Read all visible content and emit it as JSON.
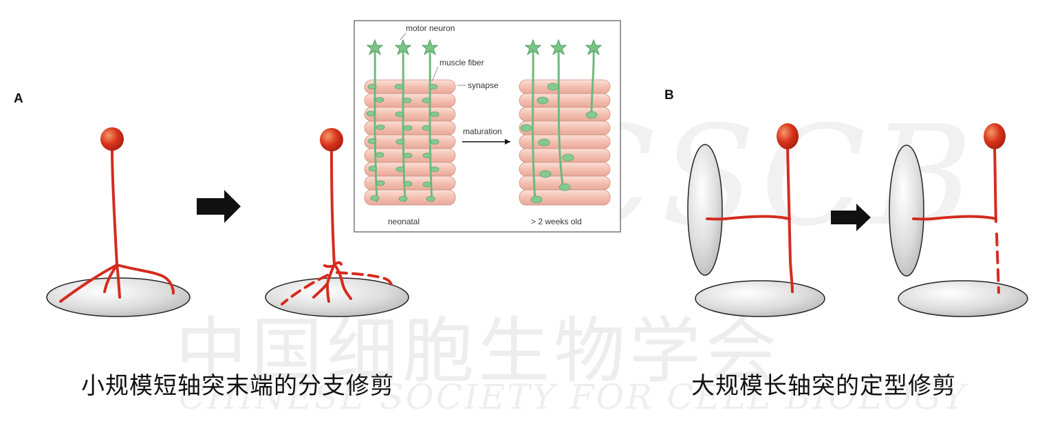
{
  "panel_a": {
    "label": "A",
    "caption": "小规模短轴突末端的分支修剪"
  },
  "panel_b": {
    "label": "B",
    "caption": "大规模长轴突的定型修剪"
  },
  "inset": {
    "motor_neuron_label": "motor neuron",
    "muscle_fiber_label": "muscle fiber",
    "synapse_label": "synapse",
    "maturation_label": "maturation",
    "left_caption": "neonatal",
    "right_caption": "> 2 weeks old"
  },
  "watermark": {
    "chinese": "中国细胞生物学会",
    "english": "CHINESE SOCIETY FOR CELL BIOLOGY",
    "logo": "CSCB"
  },
  "colors": {
    "axon": "#d42b1e",
    "soma": "#d9331c",
    "muscle": "#f4c3b6",
    "muscle_line": "#d89a8a",
    "neuron_green": "#7cc48a",
    "target_gray": "#d8d8d8",
    "arrow": "#111111"
  }
}
